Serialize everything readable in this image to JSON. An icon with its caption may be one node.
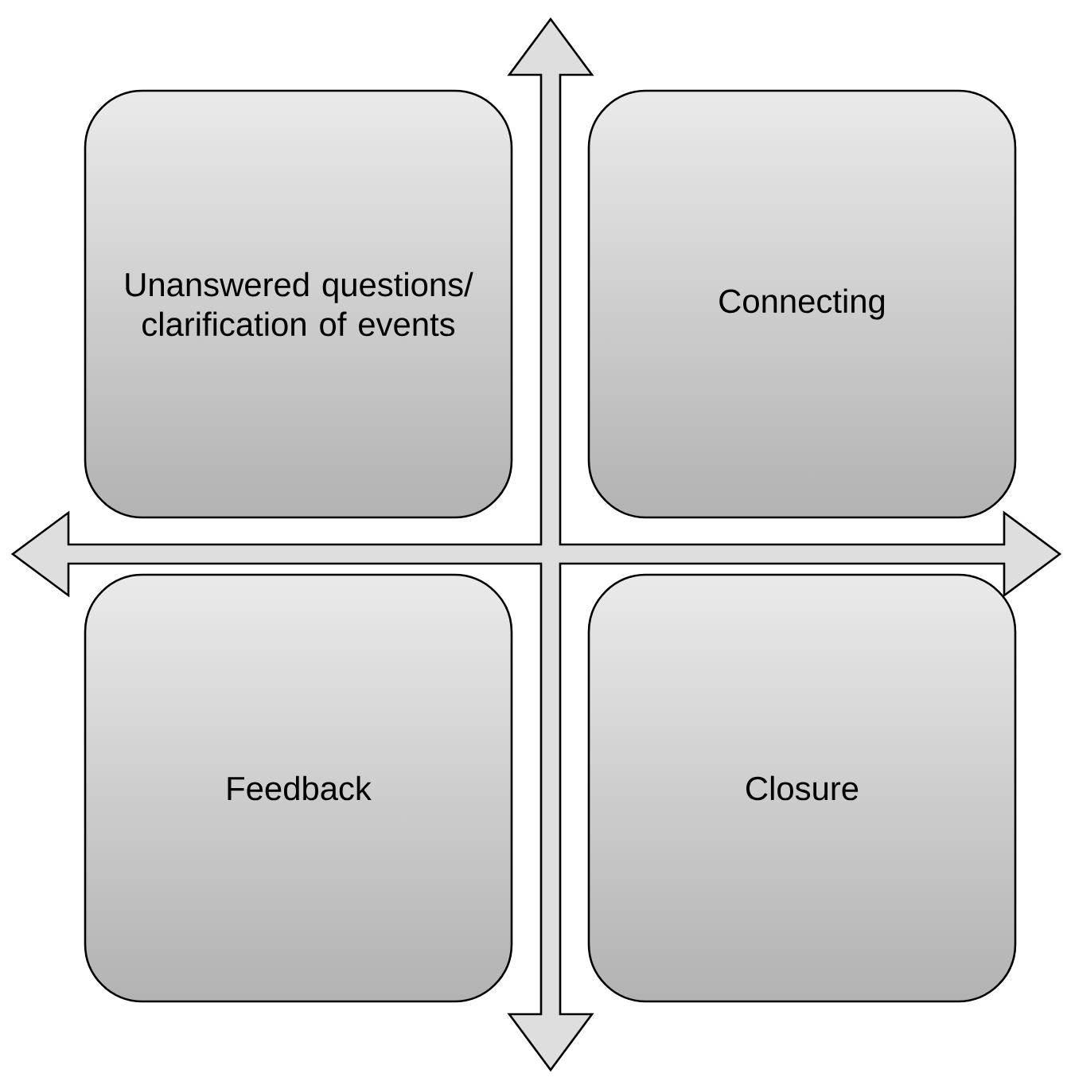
{
  "diagram": {
    "nodes": [
      {
        "text": [
          "Unanswered questions/ clarification of events"
        ]
      },
      {
        "text": [
          "Connecting"
        ]
      },
      {
        "text": [
          "Feedback"
        ]
      },
      {
        "text": [
          "Closure"
        ]
      }
    ]
  }
}
